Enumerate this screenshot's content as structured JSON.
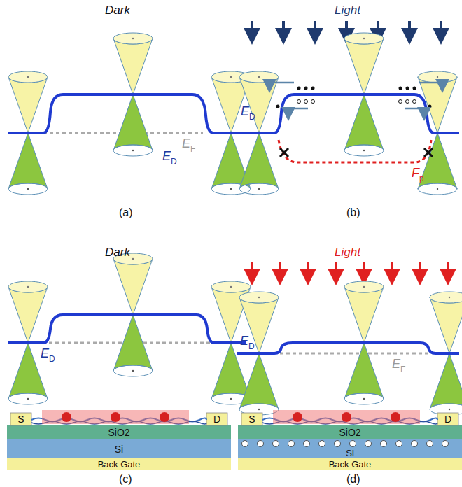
{
  "diagram": {
    "nodes": [
      {
        "text": [
          "S"
        ]
      },
      {
        "text": [
          "D"
        ]
      },
      {
        "text": [
          "SiO2"
        ]
      },
      {
        "text": [
          "Si"
        ]
      },
      {
        "text": [
          "Back Gate"
        ]
      },
      {
        "text": [
          "S"
        ]
      },
      {
        "text": [
          "D"
        ]
      },
      {
        "text": [
          "SiO2"
        ]
      },
      {
        "text": [
          "Si"
        ]
      },
      {
        "text": [
          "Back Gate"
        ]
      }
    ],
    "labels": [
      "Dark",
      "Light",
      "Dark",
      "Light",
      "E",
      "D",
      "E",
      "F",
      "E",
      "D",
      "F",
      "p",
      "E",
      "D",
      "E",
      "D",
      "E",
      "F",
      "(a)",
      "(b)",
      "(c)",
      "(d)"
    ]
  }
}
